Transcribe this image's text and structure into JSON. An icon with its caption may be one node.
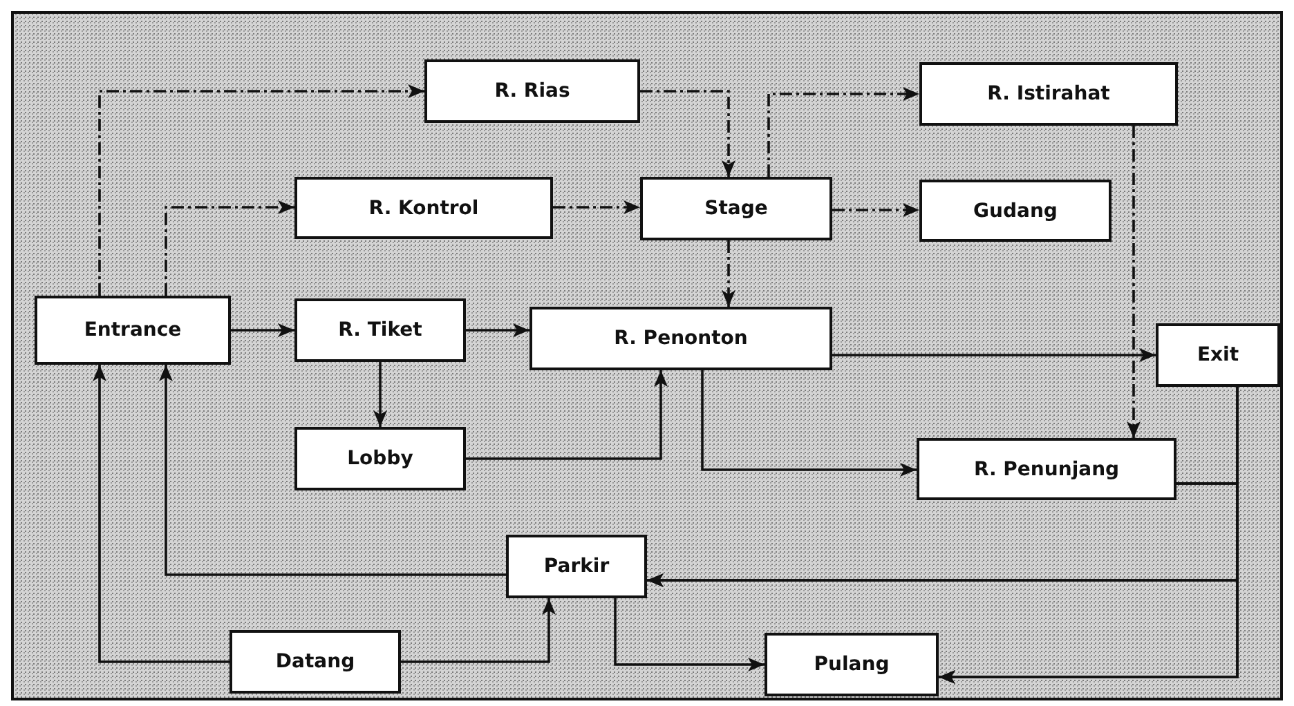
{
  "diagram": {
    "nodes": [
      {
        "text": [
          "R. Rias"
        ]
      },
      {
        "text": [
          "R. Istirahat"
        ]
      },
      {
        "text": [
          "R. Kontrol"
        ]
      },
      {
        "text": [
          "Stage"
        ]
      },
      {
        "text": [
          "Gudang"
        ]
      },
      {
        "text": [
          "Entrance"
        ]
      },
      {
        "text": [
          "R. Tiket"
        ]
      },
      {
        "text": [
          "R. Penonton"
        ]
      },
      {
        "text": [
          "Exit"
        ]
      },
      {
        "text": [
          "Lobby"
        ]
      },
      {
        "text": [
          "R. Penunjang"
        ]
      },
      {
        "text": [
          "Parkir"
        ]
      },
      {
        "text": [
          "Datang"
        ]
      },
      {
        "text": [
          "Pulang"
        ]
      }
    ],
    "edges": [
      {
        "from": 5,
        "to": 0,
        "arrow": "to",
        "style": "dashed"
      },
      {
        "from": 5,
        "to": 2,
        "arrow": "to",
        "style": "dashed"
      },
      {
        "from": 5,
        "to": 6,
        "arrow": "to"
      },
      {
        "from": 6,
        "to": 7,
        "arrow": "to"
      },
      {
        "from": 6,
        "to": 9,
        "arrow": "to"
      },
      {
        "from": 9,
        "to": 7,
        "arrow": "to"
      },
      {
        "from": 0,
        "to": 3,
        "arrow": "to",
        "style": "dashed"
      },
      {
        "from": 2,
        "to": 3,
        "arrow": "to",
        "style": "dashed"
      },
      {
        "from": 3,
        "to": 1,
        "arrow": "to",
        "style": "dashed"
      },
      {
        "from": 3,
        "to": 4,
        "arrow": "to",
        "style": "dashed"
      },
      {
        "from": 3,
        "to": 7,
        "arrow": "to",
        "style": "dashed"
      },
      {
        "from": 1,
        "to": 10,
        "arrow": "to",
        "style": "dashed"
      },
      {
        "from": 7,
        "to": 8,
        "arrow": "to"
      },
      {
        "from": 7,
        "to": 10,
        "arrow": "to"
      },
      {
        "from": 8,
        "to": 11,
        "arrow": "to"
      },
      {
        "from": 8,
        "to": 13,
        "arrow": "to"
      },
      {
        "from": 10,
        "to": 11,
        "arrow": "to"
      },
      {
        "from": 10,
        "to": 13,
        "arrow": "to"
      },
      {
        "from": 11,
        "to": 5,
        "arrow": "to"
      },
      {
        "from": 12,
        "to": 5,
        "arrow": "to"
      },
      {
        "from": 12,
        "to": 11,
        "arrow": "to"
      },
      {
        "from": 11,
        "to": 13,
        "arrow": "to"
      }
    ]
  }
}
